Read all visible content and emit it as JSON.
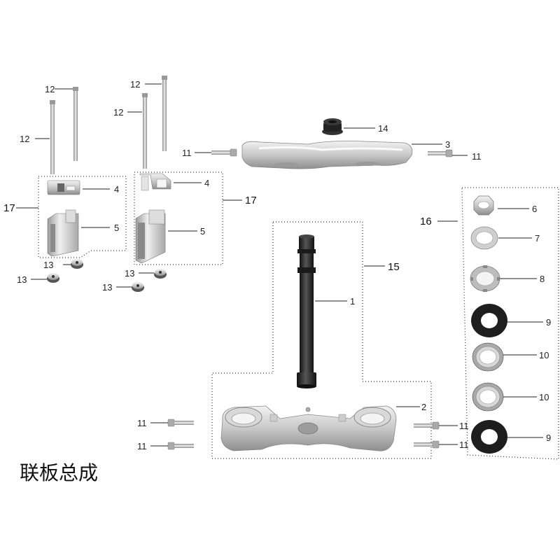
{
  "title": "联板总成",
  "callouts": {
    "c1": "1",
    "c2": "2",
    "c3": "3",
    "c4a": "4",
    "c4b": "4",
    "c5a": "5",
    "c5b": "5",
    "c6": "6",
    "c7": "7",
    "c8": "8",
    "c9a": "9",
    "c9b": "9",
    "c10a": "10",
    "c10b": "10",
    "c11a": "11",
    "c11b": "11",
    "c11c": "11",
    "c11d": "11",
    "c11e": "11",
    "c11f": "11",
    "c12a": "12",
    "c12b": "12",
    "c12c": "12",
    "c12d": "12",
    "c13a": "13",
    "c13b": "13",
    "c13c": "13",
    "c13d": "13",
    "c14": "14",
    "c15": "15",
    "c16": "16",
    "c17a": "17",
    "c17b": "17"
  },
  "colors": {
    "metal_light": "#e6e6e6",
    "metal_mid": "#b9b9b9",
    "metal_dark": "#7a7a7a",
    "stem": "#2a2a2a",
    "seal": "#1e1e1e",
    "lines": "#222222"
  }
}
